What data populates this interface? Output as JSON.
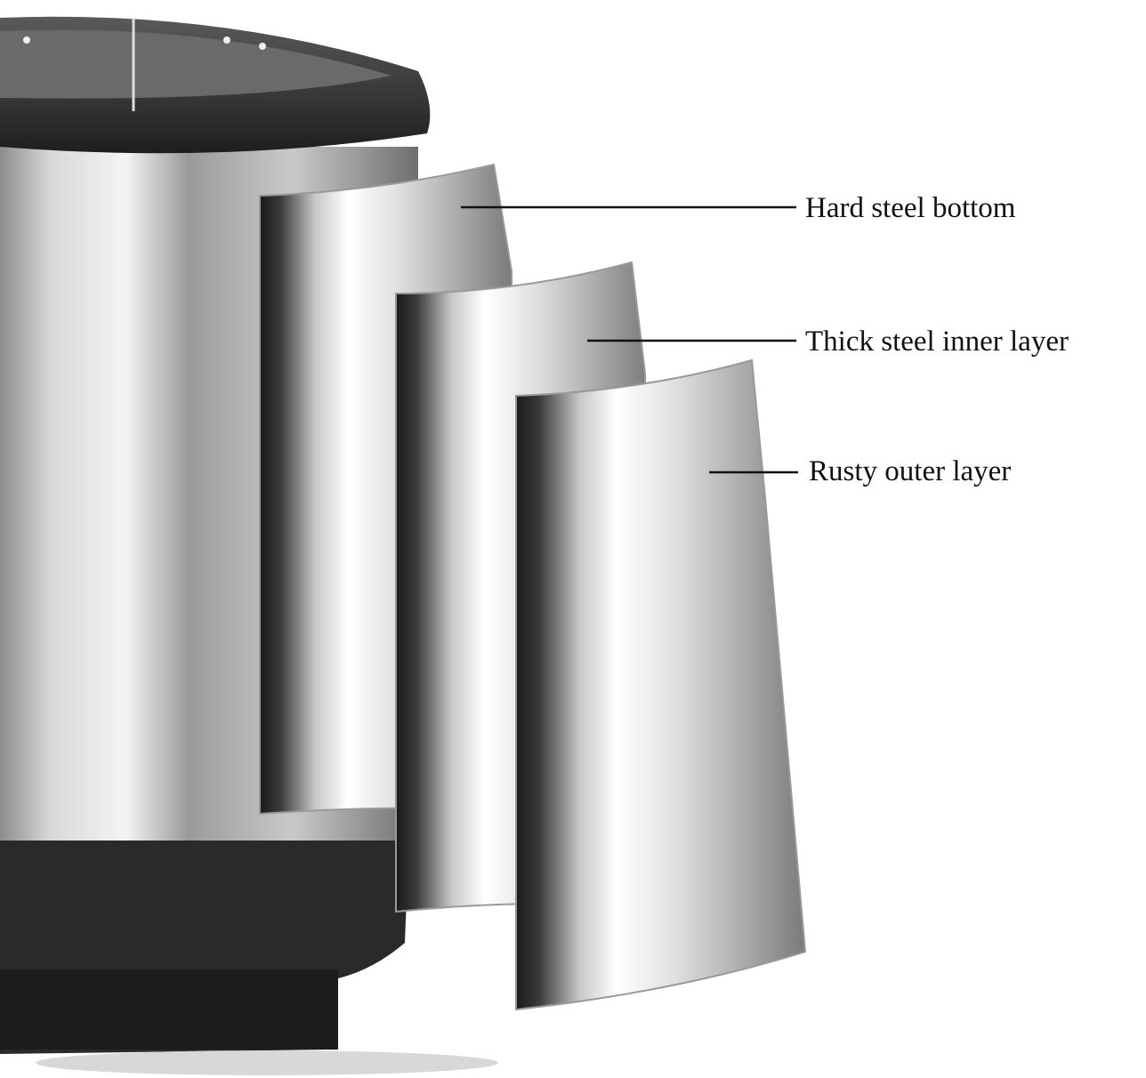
{
  "labels": [
    {
      "text": "Hard steel bottom"
    },
    {
      "text": "Thick steel inner layer"
    },
    {
      "text": "Rusty outer layer"
    }
  ],
  "colors": {
    "background": "#ffffff",
    "text": "#111111",
    "base": "#2a2a2a"
  }
}
